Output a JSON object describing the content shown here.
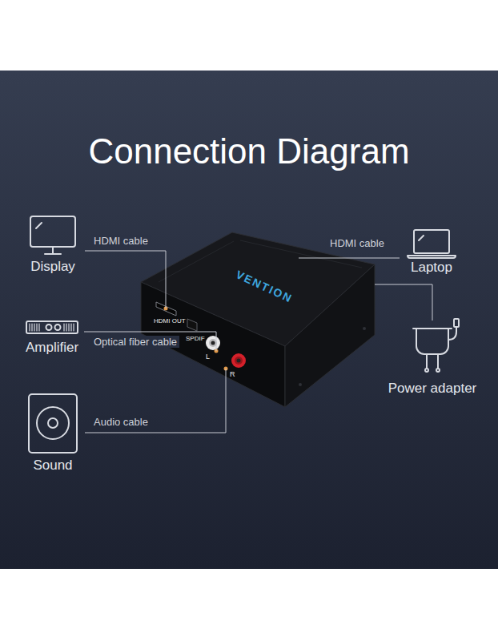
{
  "diagram": {
    "title": "Connection Diagram",
    "nodes": [
      {
        "text": [
          "Display"
        ]
      },
      {
        "text": [
          "VENTION",
          "HDMI OUT",
          "SPDIF",
          "L",
          "R"
        ]
      },
      {
        "text": [
          "Laptop"
        ]
      },
      {
        "text": [
          "Amplifier"
        ]
      },
      {
        "text": [
          "Power adapter"
        ]
      },
      {
        "text": [
          "Sound"
        ]
      }
    ],
    "edges": [
      {
        "from": 1,
        "to": 0,
        "arrow": "none",
        "label": "HDMI cable"
      },
      {
        "from": 1,
        "to": 3,
        "arrow": "none",
        "label": "Optical fiber cable"
      },
      {
        "from": 1,
        "to": 5,
        "arrow": "none",
        "label": "Audio cable"
      },
      {
        "from": 1,
        "to": 2,
        "arrow": "none",
        "label": "HDMI cable"
      },
      {
        "from": 1,
        "to": 4,
        "arrow": "none"
      }
    ]
  }
}
